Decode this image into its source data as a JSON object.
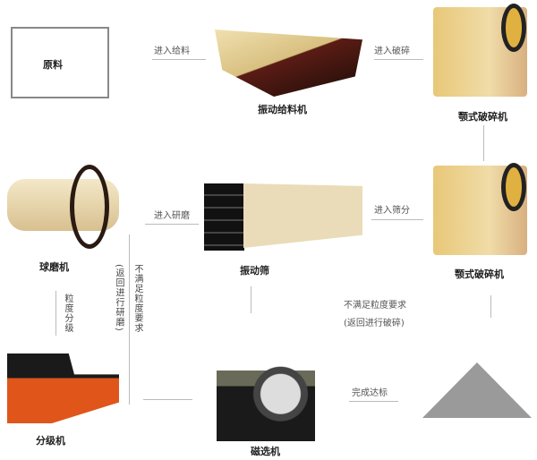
{
  "nodes": {
    "raw": "原料",
    "feeder": "振动给料机",
    "jaw1": "颚式破碎机",
    "jaw2": "颚式破碎机",
    "screen": "振动筛",
    "ballmill": "球磨机",
    "classifier": "分级机",
    "magnetic": "磁选机"
  },
  "arrows": {
    "to_feeder": "进入给料",
    "to_crush": "进入破碎",
    "to_screen": "进入筛分",
    "to_mill": "进入研磨",
    "grading": "粒度分级",
    "done": "完成达标",
    "fail_crush_1": "不满足粒度要求",
    "fail_crush_2": "(返回进行破碎)",
    "fail_mill_1": "不满足粒度要求",
    "fail_mill_2": "(返回进行研磨)"
  },
  "colors": {
    "machine": "#e8d8a8",
    "dark": "#2a1a12",
    "classifier": "#e0561a",
    "pile": "#9a9a9a"
  }
}
